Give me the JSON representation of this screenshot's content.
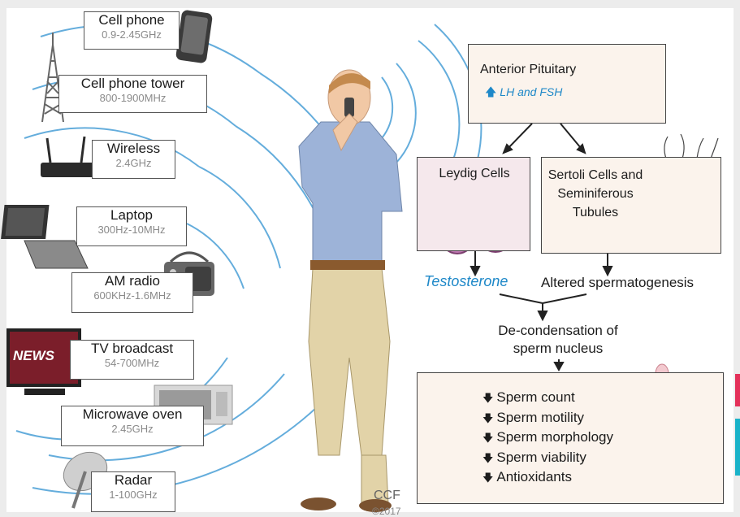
{
  "devices": [
    {
      "name": "Cell phone",
      "freq": "0.9-2.45GHz"
    },
    {
      "name": "Cell phone tower",
      "freq": "800-1900MHz"
    },
    {
      "name": "Wireless",
      "freq": "2.4GHz"
    },
    {
      "name": "Laptop",
      "freq": "300Hz-10MHz"
    },
    {
      "name": "AM radio",
      "freq": "600KHz-1.6MHz"
    },
    {
      "name": "TV broadcast",
      "freq": "54-700MHz"
    },
    {
      "name": "Microwave oven",
      "freq": "2.45GHz"
    },
    {
      "name": "Radar",
      "freq": "1-100GHz"
    }
  ],
  "tv_logo": "NEWS",
  "pituitary": {
    "title": "Anterior Pituitary",
    "hormones": "LH and FSH"
  },
  "leydig": {
    "title": "Leydig Cells"
  },
  "sertoli": {
    "title": "Sertoli Cells and Seminiferous Tubules"
  },
  "testosterone": "Testosterone",
  "spermatogenesis": "Altered spermatogenesis",
  "decondensation": "De-condensation of sperm nucleus",
  "effects": [
    "Sperm count",
    "Sperm motility",
    "Sperm morphology",
    "Sperm viability",
    "Antioxidants"
  ],
  "credit": "CCF",
  "copyright": "©2017",
  "colors": {
    "waves": "#4a9fd6",
    "accent_blue": "#1e88c8",
    "cell_purple": "#b86aa8",
    "box_fill": "#fbf3ec"
  }
}
